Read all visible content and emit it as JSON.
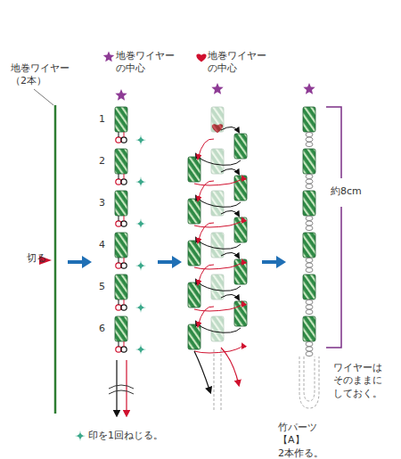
{
  "diagram": {
    "labels": [
      "地巻ワイヤー （2本）",
      "切る",
      "地巻ワイヤー の中心",
      "地巻ワイヤー の中心",
      "1",
      "2",
      "3",
      "4",
      "5",
      "6",
      "約8cm",
      "ワイヤーは そのままに しておく。",
      "竹パーツ【A】 2本作る。",
      "印を1回ねじる。"
    ]
  }
}
